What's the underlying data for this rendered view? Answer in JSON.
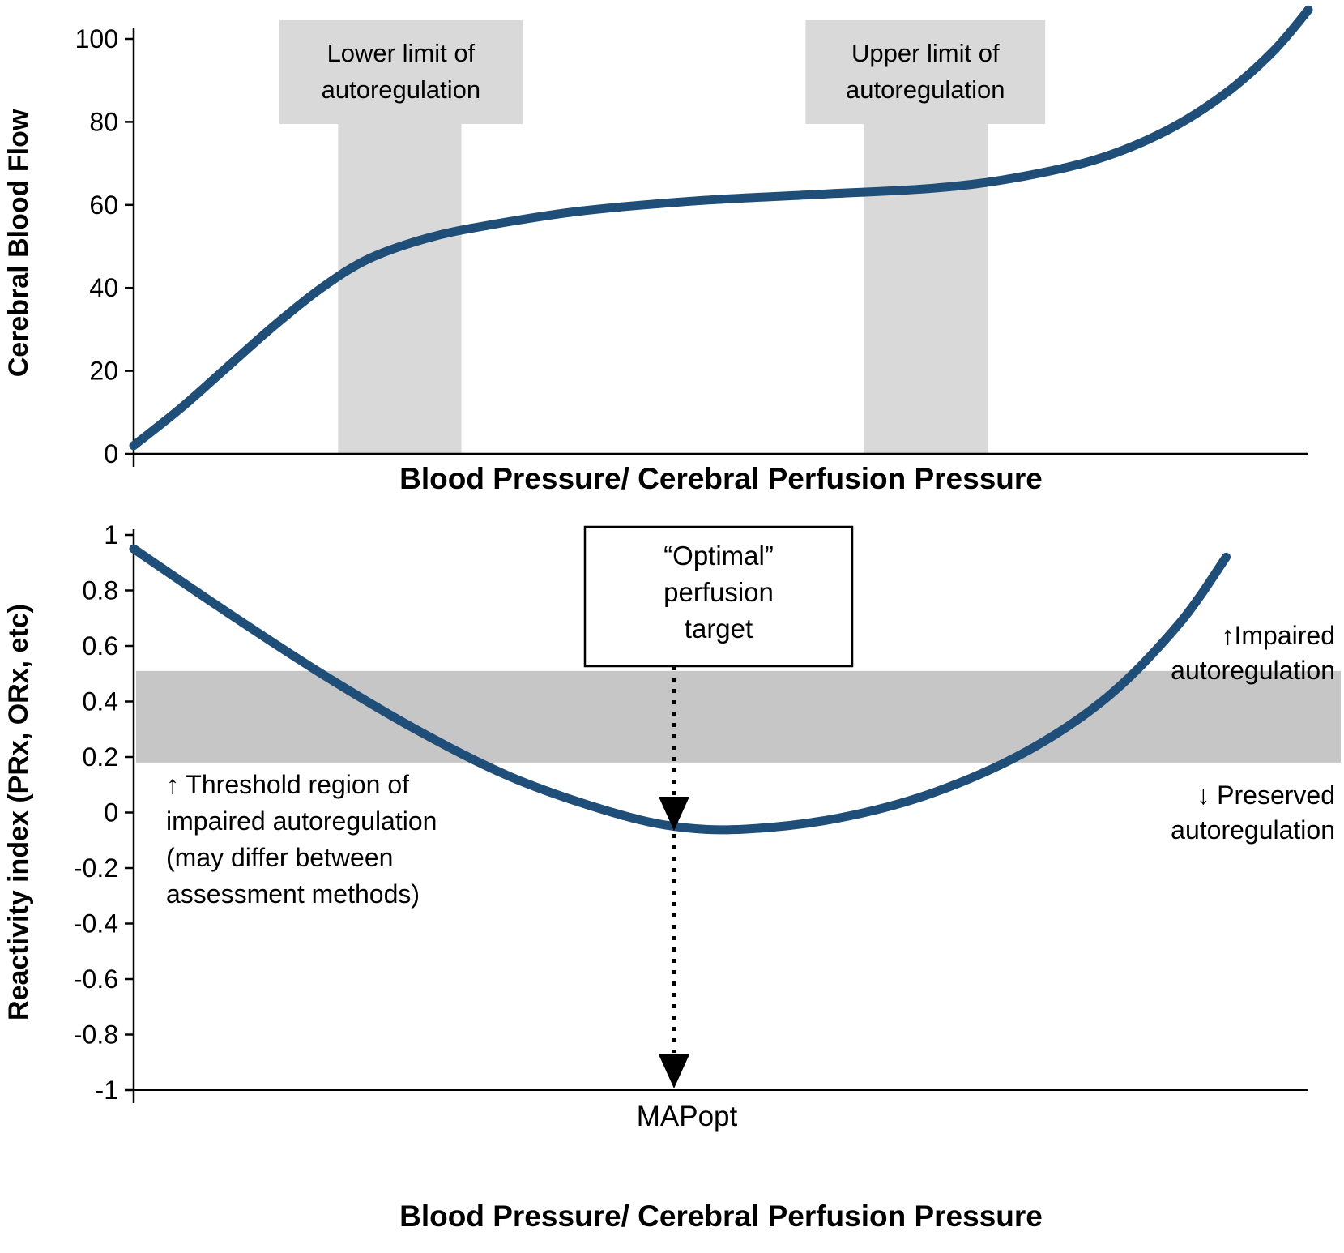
{
  "figure": {
    "description": "Two-panel cerebral autoregulation figure"
  },
  "colors": {
    "curve": "#1F4E79",
    "band_top": "#D9D9D9",
    "band_bottom": "#C6C6C6",
    "axis": "#000000",
    "text": "#000000",
    "background": "#FFFFFF"
  },
  "chart_data": [
    {
      "type": "line",
      "title": "",
      "xlabel": "Blood Pressure/ Cerebral Perfusion Pressure",
      "ylabel": "Cerebral Blood Flow",
      "xlim": [
        0,
        100
      ],
      "ylim": [
        0,
        100
      ],
      "yticks": [
        0,
        20,
        40,
        60,
        80,
        100
      ],
      "grid": false,
      "legend": false,
      "series": [
        {
          "name": "cerebral-blood-flow-curve",
          "x": [
            0,
            4,
            8,
            12,
            16,
            20,
            25,
            30,
            38,
            48,
            58,
            68,
            75,
            82,
            88,
            93,
            97,
            100
          ],
          "y": [
            2,
            11,
            21,
            31,
            40,
            47,
            52,
            55,
            58.5,
            61,
            62.5,
            64,
            66.5,
            71,
            78,
            87,
            97,
            107
          ]
        }
      ],
      "bands": [
        {
          "label_lines": [
            "Lower limit of",
            "autoregulation"
          ],
          "x_range": [
            17.4,
            27.9
          ],
          "label_x_range": [
            12.4,
            33.1
          ]
        },
        {
          "label_lines": [
            "Upper limit of",
            "autoregulation"
          ],
          "x_range": [
            62.2,
            72.7
          ],
          "label_x_range": [
            57.2,
            77.6
          ]
        }
      ]
    },
    {
      "type": "line",
      "title": "",
      "xlabel": "Blood Pressure/ Cerebral Perfusion Pressure",
      "ylabel": "Reactivity index (PRx, ORx, etc)",
      "xlim": [
        0,
        100
      ],
      "ylim": [
        -1,
        1
      ],
      "yticks": [
        1,
        0.8,
        0.6,
        0.4,
        0.2,
        0,
        -0.2,
        -0.4,
        -0.6,
        -0.8,
        -1
      ],
      "grid": false,
      "legend": false,
      "series": [
        {
          "name": "reactivity-index-curve",
          "x": [
            0,
            8,
            16,
            24,
            32,
            40,
            46,
            52,
            60,
            68,
            76,
            83,
            89,
            93
          ],
          "y": [
            0.95,
            0.72,
            0.5,
            0.3,
            0.13,
            0.01,
            -0.05,
            -0.06,
            -0.02,
            0.07,
            0.22,
            0.42,
            0.68,
            0.92
          ]
        }
      ],
      "threshold_band": {
        "y_range": [
          0.18,
          0.51
        ]
      },
      "optimal_target": {
        "label_lines": [
          "“Optimal”",
          "perfusion",
          "target"
        ],
        "x": 46,
        "axis_label": "MAPopt"
      },
      "annotations": [
        {
          "name": "impaired",
          "lines": [
            "↑Impaired",
            "autoregulation"
          ],
          "align": "right"
        },
        {
          "name": "preserved",
          "lines": [
            "↓ Preserved",
            "autoregulation"
          ],
          "align": "right"
        },
        {
          "name": "threshold",
          "lines": [
            "↑ Threshold region of",
            "impaired autoregulation",
            "(may differ between",
            "assessment methods)"
          ],
          "align": "left"
        }
      ]
    }
  ]
}
